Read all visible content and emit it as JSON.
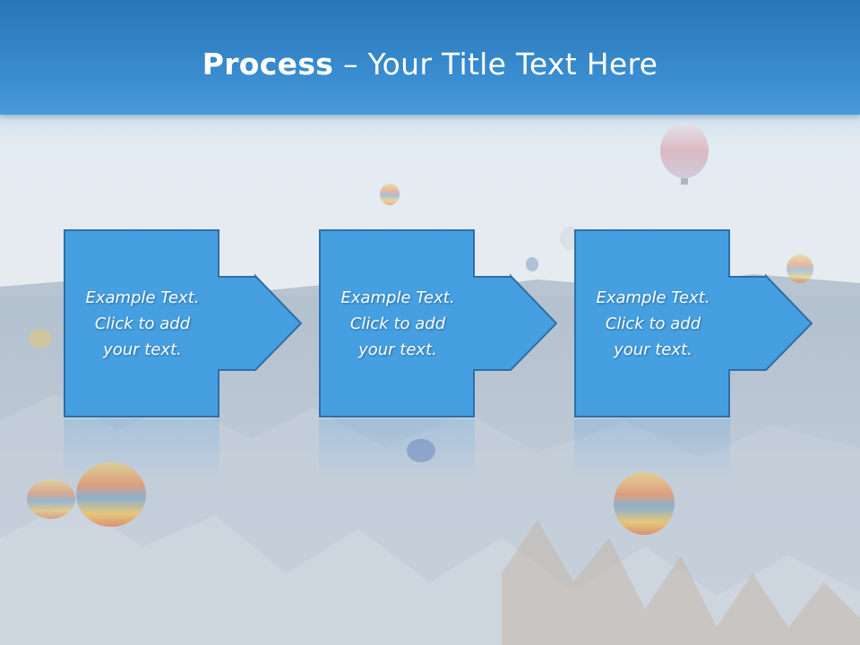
{
  "slide": {
    "title_bold": "Process",
    "title_rest": " – Your Title Text Here"
  },
  "steps": [
    {
      "text": "Example Text.\nClick  to add\nyour text."
    },
    {
      "text": "Example Text.\nClick  to add\nyour text."
    },
    {
      "text": "Example Text.\nClick  to add\nyour text."
    }
  ],
  "colors": {
    "title_bar": "#3a8ed1",
    "box_fill": "#459fe0",
    "box_stroke": "#2f6fa6"
  }
}
